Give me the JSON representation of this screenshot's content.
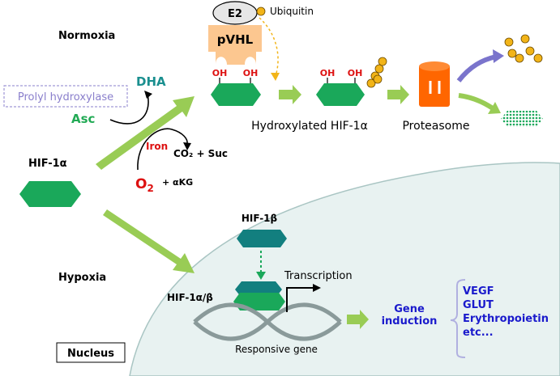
{
  "labels": {
    "normoxia": "Normoxia",
    "hypoxia": "Hypoxia",
    "nucleus": "Nucleus",
    "prolyl_hydroxylase": "Prolyl hydroxylase",
    "dha": "DHA",
    "asc": "Asc",
    "iron": "Iron",
    "co2_suc": "CO₂ + Suc",
    "o2": "O",
    "o2_sub": "2",
    "akg": "+ αKG",
    "hif1a": "HIF-1α",
    "e2": "E2",
    "ubiquitin": "Ubiquitin",
    "pvhl": "pVHL",
    "oh": "OH",
    "hydroxylated": "Hydroxylated HIF-1α",
    "proteasome": "Proteasome",
    "hif1b": "HIF-1β",
    "hif1ab": "HIF-1α/β",
    "transcription": "Transcription",
    "responsive_gene": "Responsive gene",
    "gene": "Gene",
    "induction": "induction",
    "products": [
      "VEGF",
      "GLUT",
      "Erythropoietin",
      "etc..."
    ]
  },
  "colors": {
    "green_shape": "#1aa85a",
    "arrow_green": "#99cc55",
    "teal": "#127f7f",
    "dha_teal": "#1a8f8f",
    "asc_green": "#22aa55",
    "red": "#dd1111",
    "orange": "#ff6600",
    "pvhl": "#fcc790",
    "ubiquitin": "#f2b418",
    "blue": "#1a1acc",
    "purple": "#8a7fcc",
    "nucleus_fill": "#e8f2f1",
    "bracket": "#b0b0e0",
    "dna": "#8a9a9a"
  }
}
